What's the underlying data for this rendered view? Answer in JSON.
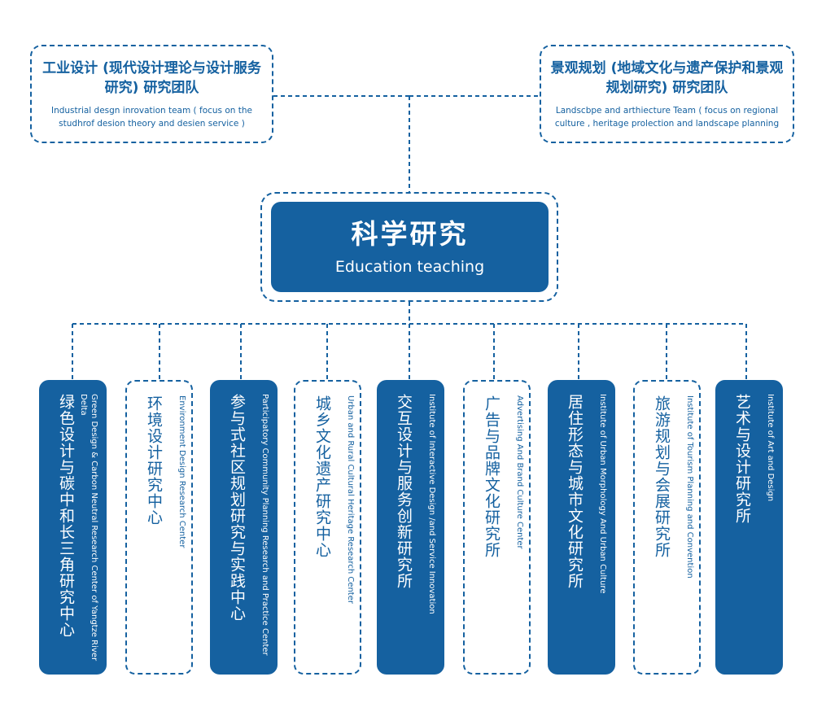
{
  "colors": {
    "brand": "#1561a0",
    "background": "#ffffff"
  },
  "top_left": {
    "title_zh": "工业设计 (现代设计理论与设计服务研究) 研究团队",
    "title_en": "Industrial desgn inrovation team ( focus on the studhrof desion theory and desien service )"
  },
  "top_right": {
    "title_zh": "景观规划 (地域文化与遗产保护和景观规划研究) 研究团队",
    "title_en": "Landscbpe and arthiecture Team ( focus on regional culture , heritage prolection and landscape planning"
  },
  "center": {
    "title_zh": "科学研究",
    "title_en": "Education teaching"
  },
  "columns": [
    {
      "zh": "绿色设计与碳中和长三角研究中心",
      "en": "Green Design & Carbon Neutral Research Center of Yangtze River Delta",
      "style": "filled"
    },
    {
      "zh": "环境设计研究中心",
      "en": "Environment Design Research Center",
      "style": "outline"
    },
    {
      "zh": "参与式社区规划研究与实践中心",
      "en": "Participatory Community Planning Research and Practice Center",
      "style": "filled"
    },
    {
      "zh": "城乡文化遗产研究中心",
      "en": "Urban and Rural Cultural Heritage Research Center",
      "style": "outline"
    },
    {
      "zh": "交互设计与服务创新研究所",
      "en": "Institute of Interactive Design /and Service Innovation",
      "style": "filled"
    },
    {
      "zh": "广告与品牌文化研究所",
      "en": "Advertising And Brand Culture Center",
      "style": "outline"
    },
    {
      "zh": "居住形态与城市文化研究所",
      "en": "Institute of Urban Morphology And Urban Culture",
      "style": "filled"
    },
    {
      "zh": "旅游规划与会展研究所",
      "en": "Institute of Tourism Planning and Convention",
      "style": "outline"
    },
    {
      "zh": "艺术与设计研究所",
      "en": "Institute of Art and Design",
      "style": "filled"
    }
  ]
}
